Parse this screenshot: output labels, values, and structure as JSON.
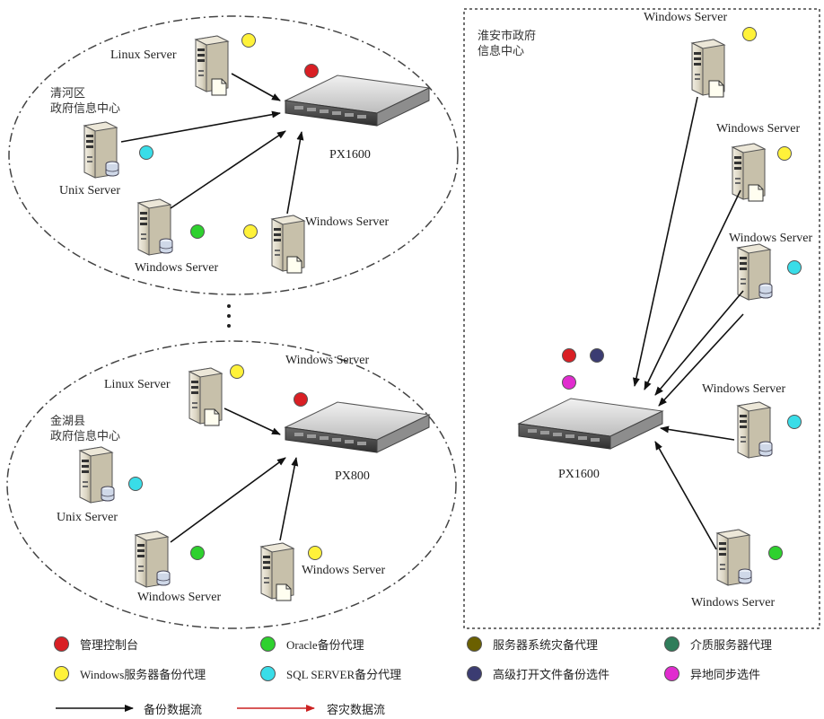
{
  "colors": {
    "management_console": "#d91f24",
    "windows_agent": "#fff23a",
    "oracle_agent": "#2ed12e",
    "sqlserver_agent": "#39dde8",
    "server_dr_agent": "#6b6000",
    "storage_agent": "#2f7d5a",
    "open_file_option": "#3b3c72",
    "remote_sync_option": "#e12ccf",
    "backup_flow": "#111111",
    "dr_flow": "#cc2222"
  },
  "groups": {
    "group1_label": "清河区\n政府信息中心",
    "group2_label": "金湖县\n政府信息中心",
    "group3_label": "淮安市政府\n信息中心"
  },
  "servers": {
    "g1_linux": "Linux Server",
    "g1_unix": "Unix Server",
    "g1_windows_a": "Windows Server",
    "g1_windows_b": "Windows Server",
    "g1_appliance": "PX1600",
    "g2_linux": "Linux Server",
    "g2_unix": "Unix Server",
    "g2_windows_a": "Windows Server",
    "g2_windows_b": "Windows Server",
    "g2_windows_top": "Windows Server",
    "g2_appliance": "PX800",
    "g3_windows_1": "Windows Server",
    "g3_windows_2": "Windows Server",
    "g3_windows_3": "Windows Server",
    "g3_windows_4": "Windows Server",
    "g3_windows_5": "Windows Server",
    "g3_appliance": "PX1600"
  },
  "legend": {
    "management_console": "管理控制台",
    "windows_agent": "Windows服务器备份代理",
    "oracle_agent": "Oracle备份代理",
    "sqlserver_agent": "SQL SERVER备分代理",
    "server_dr_agent": "服务器系统灾备代理",
    "open_file_option": "高级打开文件备份选件",
    "storage_agent": "介质服务器代理",
    "remote_sync_option": "异地同步选件",
    "backup_flow": "备份数据流",
    "dr_flow": "容灾数据流"
  }
}
